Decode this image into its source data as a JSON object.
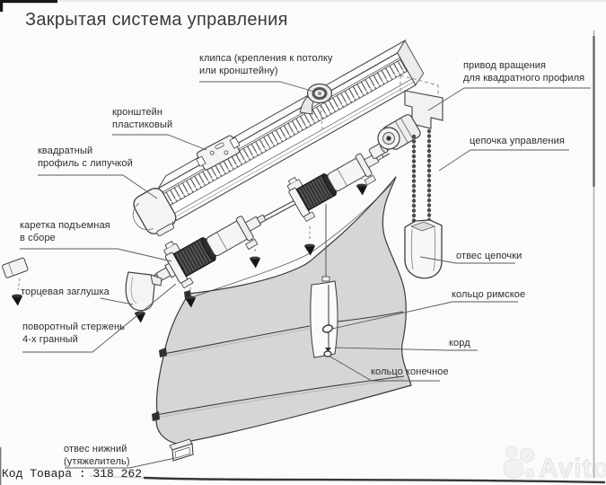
{
  "page": {
    "title": "Закрытая система управления",
    "product_code": "Код Товара : 318 262",
    "watermark": "Avito"
  },
  "labels": {
    "clip": "клипса (крепления к потолку\nили кронштейну)",
    "bracket": "кронштейн\nпластиковый",
    "square_profile": "квадратный\nпрофиль с липучкой",
    "carriage": "каретка подъемная\nв сборе",
    "end_cap": "торцевая заглушка",
    "rod": "поворотный стержень\n4-х гранный",
    "drive": "привод вращения\nдля квадратного профиля",
    "control_chain": "цепочка управления",
    "chain_weight": "отвес цепочки",
    "roman_ring": "кольцо римское",
    "cord": "корд",
    "end_ring": "кольцо конечное",
    "bottom_weight": "отвес нижний\n(утяжелитель)"
  },
  "colors": {
    "fabric": "#d6d6d6",
    "line": "#3a3a3a",
    "label_text": "#2d2d2d",
    "background": "#fbfbfb",
    "watermark": "#efefef"
  }
}
